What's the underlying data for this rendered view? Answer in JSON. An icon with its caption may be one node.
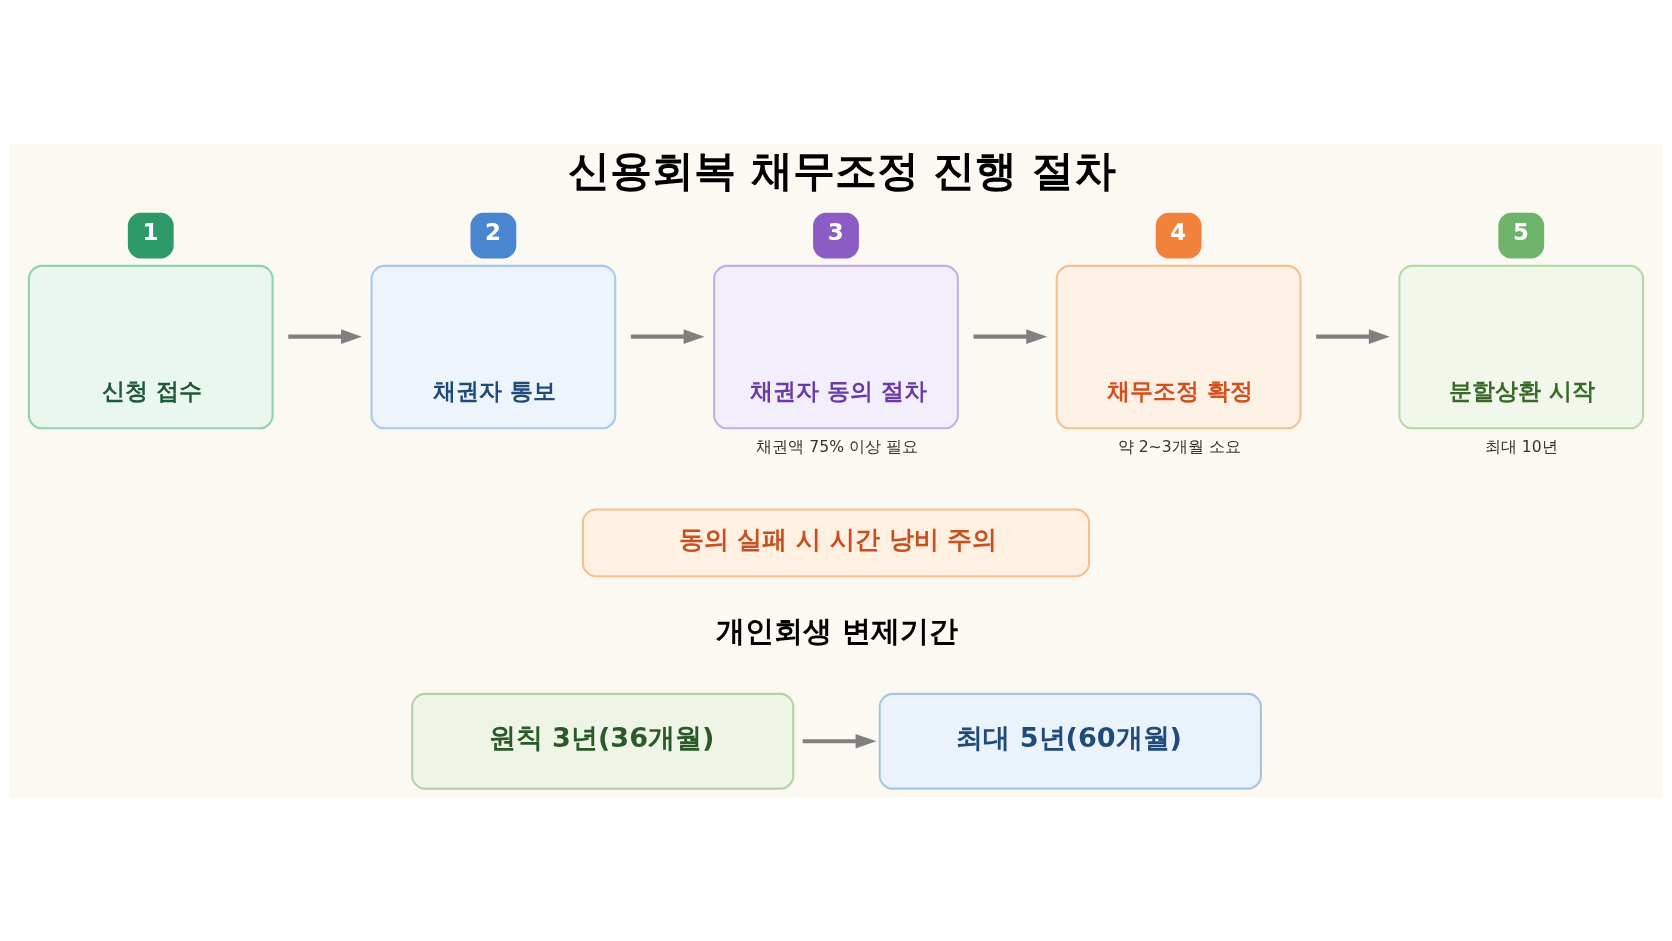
{
  "diagram": {
    "title": "신용회복 채무조정 진행 절차",
    "nodes": [
      {
        "text": [
          "1",
          "신청 접수"
        ]
      },
      {
        "text": [
          "2",
          "채권자 통보"
        ]
      },
      {
        "text": [
          "3",
          "채권자 동의 절차"
        ],
        "beside": [
          "채권액 75% 이상 필요"
        ]
      },
      {
        "text": [
          "4",
          "채무조정 확정"
        ],
        "beside": [
          "약 2~3개월 소요"
        ]
      },
      {
        "text": [
          "5",
          "분할상환 시작"
        ],
        "beside": [
          "최대 10년"
        ]
      },
      {
        "text": [
          "동의 실패 시 시간 낭비 주의"
        ]
      },
      {
        "text": [
          "원칙 3년(36개월)"
        ]
      },
      {
        "text": [
          "최대 5년(60개월)"
        ]
      }
    ],
    "edges": [
      {
        "from": 0,
        "to": 1,
        "arrow": "to"
      },
      {
        "from": 1,
        "to": 2,
        "arrow": "to"
      },
      {
        "from": 2,
        "to": 3,
        "arrow": "to"
      },
      {
        "from": 3,
        "to": 4,
        "arrow": "to"
      },
      {
        "from": 6,
        "to": 7,
        "arrow": "to"
      }
    ],
    "labels": [
      "개인회생 변제기간"
    ]
  }
}
